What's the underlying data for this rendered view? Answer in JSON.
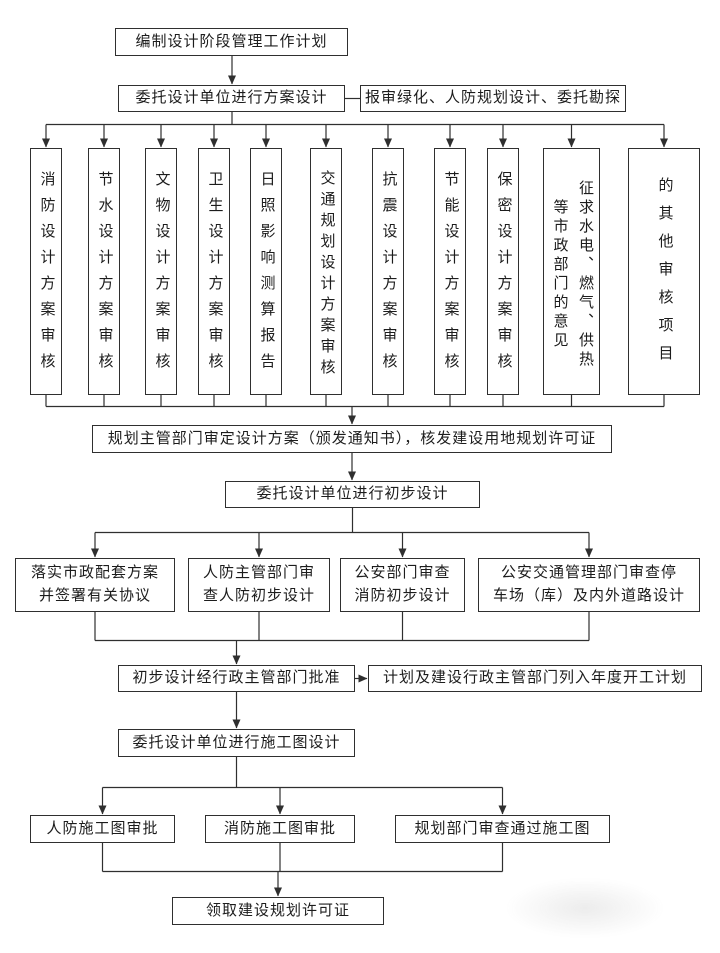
{
  "colors": {
    "line": "#2f2f2f",
    "background": "#ffffff"
  },
  "flowchart": {
    "top": "编制设计阶段管理工作计划",
    "scheme_design": "委托设计单位进行方案设计",
    "scheme_side": "报审绿化、人防规划设计、委托勘探",
    "reviews": [
      "消防设计方案审核",
      "节水设计方案审核",
      "文物设计方案审核",
      "卫生设计方案审核",
      "日照影响测算报告",
      "交通规划设计方案审核",
      "抗震设计方案审核",
      "节能设计方案审核",
      "保密设计方案审核",
      "征求水电、燃气、供热\n等市政部门的意见",
      "的其他审核项目"
    ],
    "approval_wide": "规划主管部门审定设计方案（颁发通知书），核发建设用地规划许可证",
    "preliminary_design": "委托设计单位进行初步设计",
    "preliminary_reviews": [
      "落实市政配套方案\n并签署有关协议",
      "人防主管部门审\n查人防初步设计",
      "公安部门审查\n消防初步设计",
      "公安交通管理部门审查停\n车场（库）及内外道路设计"
    ],
    "preliminary_approval": "初步设计经行政主管部门批准",
    "annual_plan": "计划及建设行政主管部门列入年度开工计划",
    "construction_drawing": "委托设计单位进行施工图设计",
    "drawing_reviews": [
      "人防施工图审批",
      "消防施工图审批",
      "规划部门审查通过施工图"
    ],
    "final": "领取建设规划许可证"
  }
}
